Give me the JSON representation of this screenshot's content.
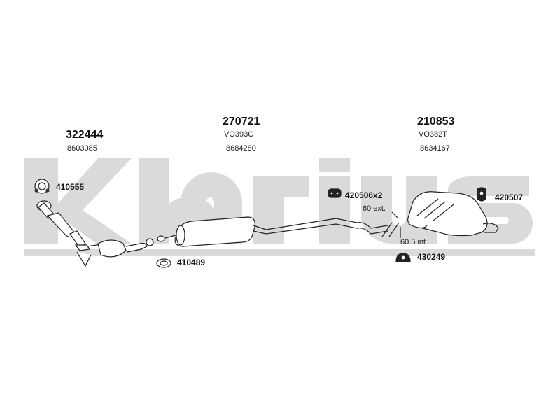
{
  "watermark": {
    "text": "klarius",
    "color": "#d9d9d9"
  },
  "parts": [
    {
      "id": "front",
      "number": "322444",
      "ref": "",
      "code": "8603085"
    },
    {
      "id": "middle",
      "number": "270721",
      "ref": "VO393C",
      "code": "8684280"
    },
    {
      "id": "rear",
      "number": "210853",
      "ref": "VO382T",
      "code": "8634167"
    }
  ],
  "accessories": {
    "a410555": "410555",
    "a410489": "410489",
    "a420506": "420506x2",
    "a420507": "420507",
    "a430249": "430249"
  },
  "notes": {
    "ext": "60 ext.",
    "int": "60.5 int."
  },
  "colors": {
    "line": "#222222",
    "watermark": "#d9d9d9"
  }
}
